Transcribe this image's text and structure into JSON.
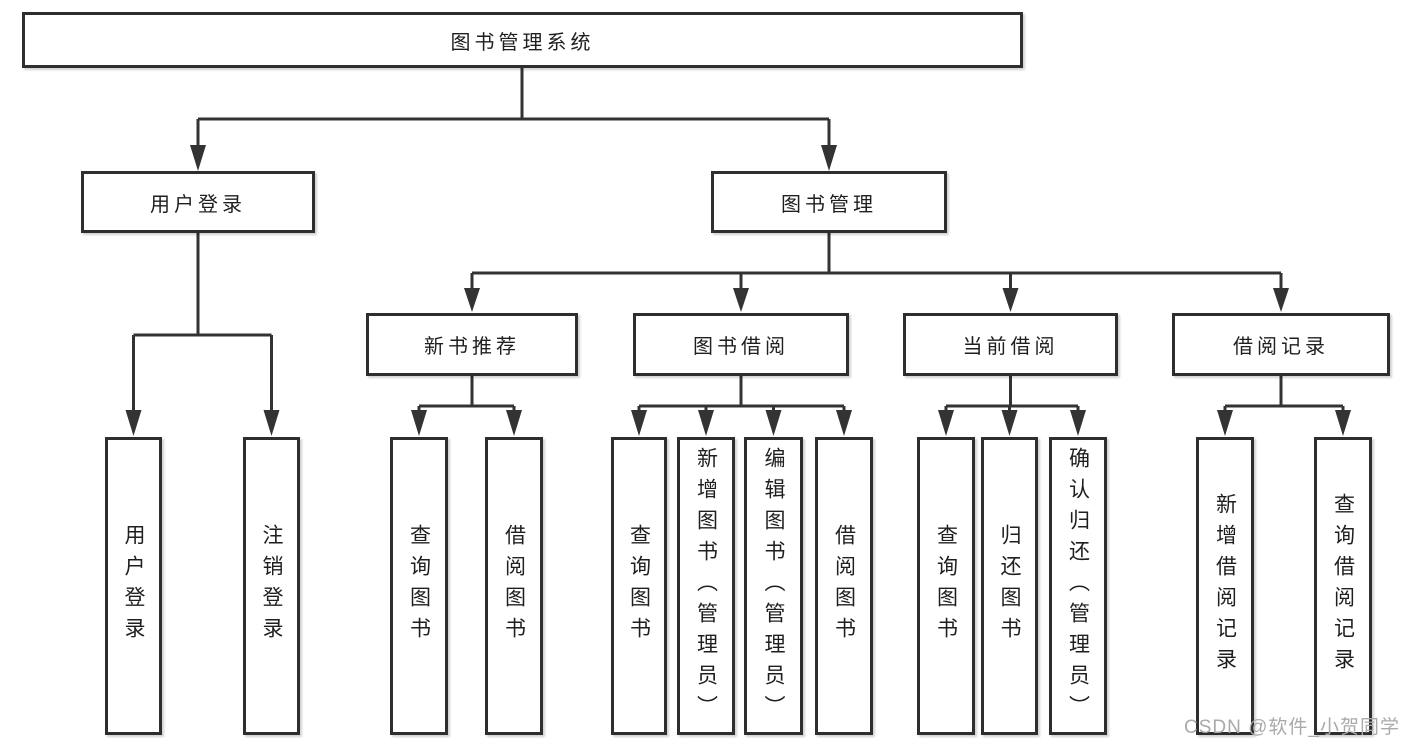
{
  "tree": {
    "label": "图书管理系统",
    "children": [
      {
        "label": "用户登录",
        "children": [
          {
            "label": "用户登录"
          },
          {
            "label": "注销登录"
          }
        ]
      },
      {
        "label": "图书管理",
        "children": [
          {
            "label": "新书推荐",
            "children": [
              {
                "label": "查询图书"
              },
              {
                "label": "借阅图书"
              }
            ]
          },
          {
            "label": "图书借阅",
            "children": [
              {
                "label": "查询图书"
              },
              {
                "label": "新增图书（管理员）"
              },
              {
                "label": "编辑图书（管理员）"
              },
              {
                "label": "借阅图书"
              }
            ]
          },
          {
            "label": "当前借阅",
            "children": [
              {
                "label": "查询图书"
              },
              {
                "label": "归还图书"
              },
              {
                "label": "确认归还（管理员）"
              }
            ]
          },
          {
            "label": "借阅记录",
            "children": [
              {
                "label": "新增借阅记录"
              },
              {
                "label": "查询借阅记录"
              }
            ]
          }
        ]
      }
    ]
  },
  "watermark": {
    "text": "CSDN @软件_小贺同学"
  },
  "colors": {
    "line": "#333333",
    "box_border": "#2e2e2e",
    "text": "#1f1f1f",
    "background": "#ffffff",
    "watermark": "#aaaaaa"
  }
}
